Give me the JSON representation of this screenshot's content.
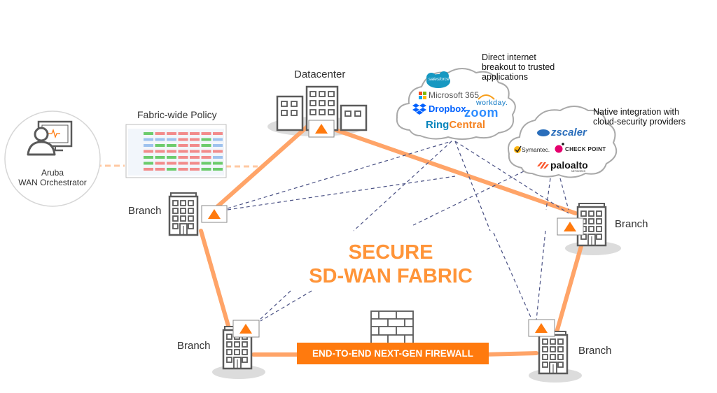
{
  "title": "Secure SD-WAN Fabric",
  "colors": {
    "accent_orange": "#FF7A0E",
    "link_orange": "#FFA468",
    "dashed_link": "#4B5285",
    "icon_gray": "#5A5A5A",
    "cloud_stroke": "#A9A9A9",
    "shadow_gray": "#DCDCDC"
  },
  "orchestrator": {
    "label_line1": "Aruba",
    "label_line2": "WAN Orchestrator",
    "icon": "admin-monitor-icon"
  },
  "policy": {
    "label": "Fabric-wide Policy",
    "icon": "policy-table-thumbnail"
  },
  "sites": {
    "datacenter": {
      "label": "Datacenter",
      "icon": "datacenter-buildings-icon",
      "appliance_icon": "gateway-triangle-icon"
    },
    "branch_left_top": {
      "label": "Branch",
      "icon": "branch-building-icon",
      "appliance_icon": "gateway-triangle-icon"
    },
    "branch_right_top": {
      "label": "Branch",
      "icon": "branch-building-icon",
      "appliance_icon": "gateway-triangle-icon"
    },
    "branch_left_bottom": {
      "label": "Branch",
      "icon": "branch-building-icon",
      "appliance_icon": "gateway-triangle-icon"
    },
    "branch_right_bottom": {
      "label": "Branch",
      "icon": "branch-building-icon",
      "appliance_icon": "gateway-triangle-icon"
    }
  },
  "center": {
    "line1": "SECURE",
    "line2": "SD-WAN FABRIC"
  },
  "firewall": {
    "label": "END-TO-END NEXT-GEN FIREWALL",
    "icon": "brick-wall-icon"
  },
  "saas_cloud": {
    "note_lines": [
      "Direct internet",
      "breakout to trusted",
      "applications"
    ],
    "logos": {
      "salesforce": "salesforce",
      "microsoft": "Microsoft 365",
      "workday": "workday.",
      "dropbox": "Dropbox",
      "zoom": "zoom",
      "ring": "Ring",
      "central": "Central"
    }
  },
  "security_cloud": {
    "note_lines": [
      "Native integration with",
      "cloud-security providers"
    ],
    "logos": {
      "zscaler": "zscaler",
      "symantec": "Symantec.",
      "checkpoint": "CHECK POINT",
      "paloalto": "paloalto",
      "paloalto_sub": "NETWORKS"
    }
  }
}
